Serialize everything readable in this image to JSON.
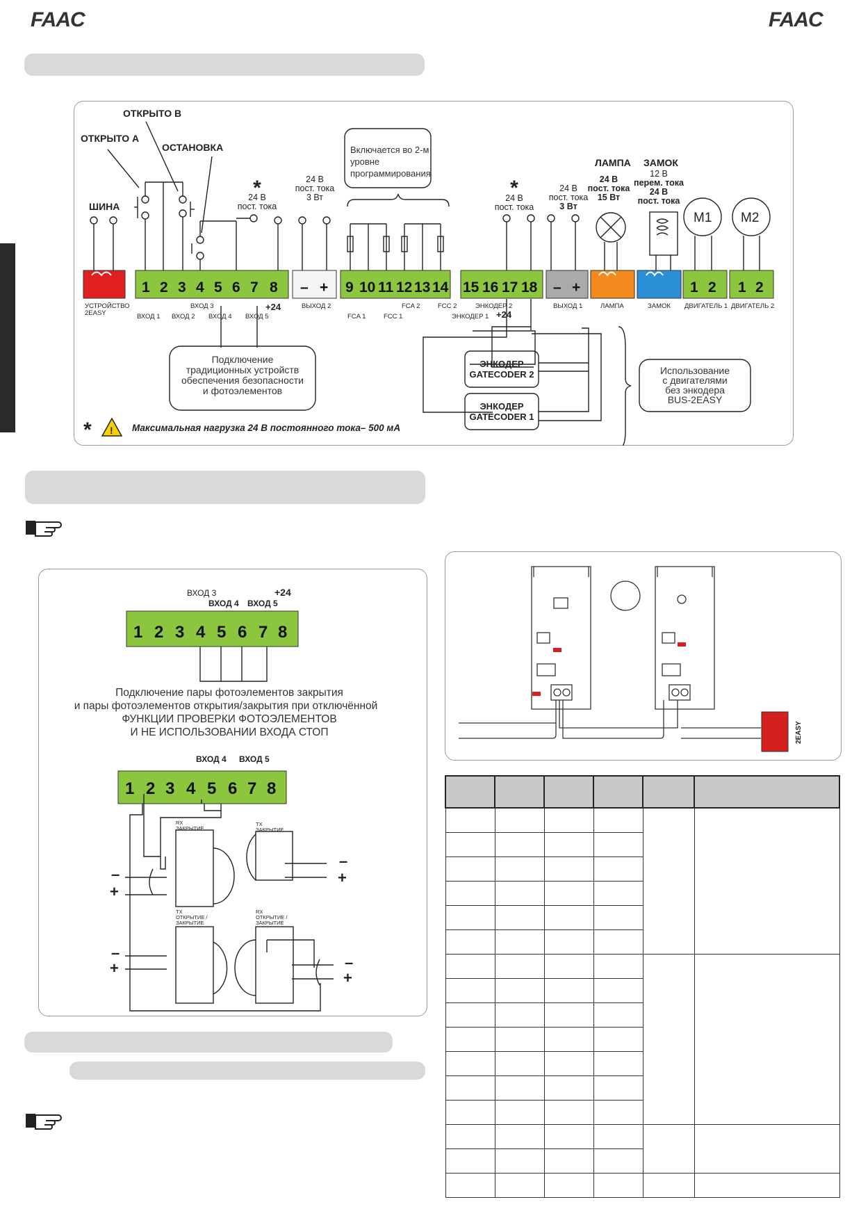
{
  "brand": {
    "logo_left": "FAAC",
    "logo_right": "FAAC"
  },
  "main_diagram": {
    "labels": {
      "open_b": "ОТКРЫТО B",
      "open_a": "ОТКРЫТО A",
      "stop": "ОСТАНОВКА",
      "bus": "ШИНА",
      "v24_dc_a": "24 В",
      "v24_dc_a2": "пост. тока",
      "out_24v_1": "24 В",
      "out_24v_2": "пост. тока",
      "out_24v_3": "3 Вт",
      "prog_note_1": "Включается во 2-м",
      "prog_note_2": "уровне",
      "prog_note_3": "программирования",
      "enc_24v_1": "24 В",
      "enc_24v_2": "пост. тока",
      "out1_24v_1": "24 В",
      "out1_24v_2": "пост. тока",
      "out1_24v_3": "3 Вт",
      "lamp": "ЛАМПА",
      "lamp_v1": "24 В",
      "lamp_v2": "пост. тока",
      "lamp_v3": "15 Вт",
      "lock": "ЗАМОК",
      "lock_v1": "12 В",
      "lock_v2": "перем. тока",
      "lock_v3": "24 В",
      "lock_v4": "пост. тока",
      "m1": "M1",
      "m2": "M2",
      "dev_2easy_1": "УСТРОЙСТВО",
      "dev_2easy_2": "2EASY",
      "in1": "ВХОД 1",
      "in2": "ВХОД 2",
      "in3": "ВХОД 3",
      "in4": "ВХОД 4",
      "in5": "ВХОД 5",
      "plus24": "+24",
      "out2": "ВЫХОД 2",
      "fca1": "FCA 1",
      "fcc1": "FCC 1",
      "fca2": "FCA 2",
      "fcc2": "FCC 2",
      "enc2": "ЭНКОДЕР 2",
      "enc1": "ЭНКОДЕР 1",
      "plus24b": "+24",
      "out1": "ВЫХОД 1",
      "lamp_b": "ЛАМПА",
      "lock_b": "ЗАМОК",
      "motor1": "ДВИГАТЕЛЬ 1",
      "motor2": "ДВИГАТЕЛЬ 2",
      "safety_1": "Подключение",
      "safety_2": "традиционных устройств",
      "safety_3": "обеспечения безопасности",
      "safety_4": "и фотоэлементов",
      "gc2_1": "ЭНКОДЕР",
      "gc2_2": "GATECODER 2",
      "gc1_1": "ЭНКОДЕР",
      "gc1_2": "GATECODER 1",
      "noenc_1": "Использование",
      "noenc_2": "с двигателями",
      "noenc_3": "без энкодера",
      "noenc_4": "BUS-2EASY",
      "warning": "Максимальная нагрузка 24 В постоянного тока– 500 мА",
      "asterisk": "*"
    },
    "terminals": {
      "t1_8": [
        "1",
        "2",
        "3",
        "4",
        "5",
        "6",
        "7",
        "8"
      ],
      "t9_14": [
        "9",
        "10",
        "11",
        "12",
        "13",
        "14"
      ],
      "t15_18": [
        "15",
        "16",
        "17",
        "18"
      ],
      "minus": "–",
      "plus": "+",
      "m12": [
        "1",
        "2"
      ]
    }
  },
  "photo_diagram": {
    "in3": "ВХОД 3",
    "in4": "ВХОД 4",
    "in5": "ВХОД 5",
    "plus24": "+24",
    "desc_1": "Подключение пары фотоэлементов закрытия",
    "desc_2": "и пары фотоэлементов открытия/закрытия при отключённой",
    "desc_3": "ФУНКЦИИ ПРОВЕРКИ ФОТОЭЛЕМЕНТОВ",
    "desc_4": "И НЕ ИСПОЛЬЗОВАНИИ ВХОДА СТОП",
    "in4b": "ВХОД 4",
    "in5b": "ВХОД 5",
    "rx_close_1": "RX",
    "rx_close_2": "ЗАКРЫТИЕ",
    "tx_close_1": "TX",
    "tx_close_2": "ЗАКРЫТИЕ",
    "tx_oc_1": "TX",
    "tx_oc_2": "ОТКРЫТИЕ /",
    "tx_oc_3": "ЗАКРЫТИЕ",
    "rx_oc_1": "RX",
    "rx_oc_2": "ОТКРЫТИЕ /",
    "rx_oc_3": "ЗАКРЫТИЕ"
  },
  "bus_diagram": {
    "tag": "2EASY"
  }
}
